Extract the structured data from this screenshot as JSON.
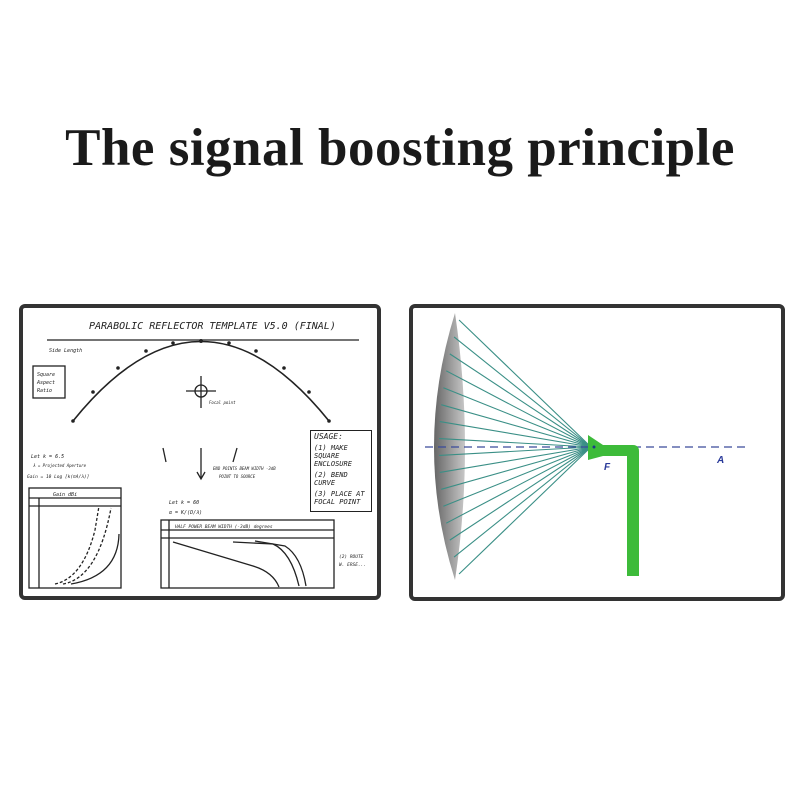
{
  "title": "The signal boosting principle",
  "template_sketch": {
    "heading": "PARABOLIC REFLECTOR TEMPLATE V5.0 (FINAL)",
    "side_length": "Side Length",
    "aspect_box": [
      "Square",
      "Aspect",
      "Ratio"
    ],
    "focal_point": "Focal point",
    "usage": {
      "title": "USAGE:",
      "steps": [
        "(1) MAKE SQUARE ENCLOSURE",
        "(2) BEND CURVE",
        "(3) PLACE AT FOCAL POINT"
      ]
    },
    "note_center": [
      "END POINTS BEAM WIDTH -3dB",
      "POINT TO SOURCE"
    ],
    "gain_formula": [
      "Let k = 6.5",
      "λ = Projected Aperture",
      "Gain = 10 Log [k(πA/λ)]"
    ],
    "gain_table_title": "Gain dBi",
    "beam_formula": [
      "Let k = 60",
      "α = K/(D/λ)"
    ],
    "beam_table_title": "HALF POWER BEAM WIDTH (-3dB) degrees",
    "route_note": [
      "(2) ROUTE",
      "W. ERSE..."
    ]
  },
  "reflector_diagram": {
    "focus_label": "F",
    "axis_label": "A",
    "ray_color": "#3a8f86",
    "feed_color": "#3dbb3a",
    "axis_color": "#3a4a9a",
    "ray_count": 16
  }
}
